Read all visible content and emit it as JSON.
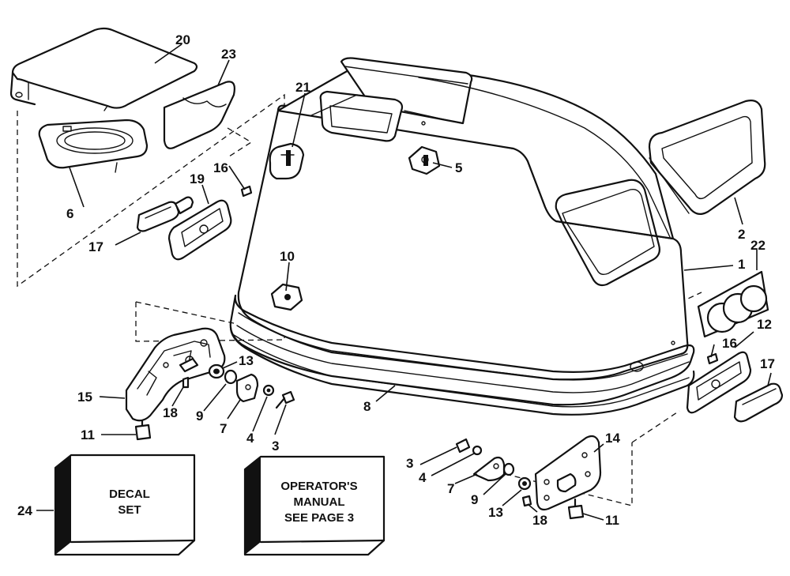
{
  "callouts": {
    "n1": "1",
    "n2": "2",
    "n3a": "3",
    "n3b": "3",
    "n4a": "4",
    "n4b": "4",
    "n5": "5",
    "n6": "6",
    "n7a": "7",
    "n7b": "7",
    "n8": "8",
    "n9a": "9",
    "n9b": "9",
    "n10": "10",
    "n11a": "11",
    "n11b": "11",
    "n12": "12",
    "n13a": "13",
    "n13b": "13",
    "n14": "14",
    "n15": "15",
    "n16a": "16",
    "n16b": "16",
    "n17a": "17",
    "n17b": "17",
    "n18a": "18",
    "n18b": "18",
    "n19": "19",
    "n20": "20",
    "n21": "21",
    "n22": "22",
    "n23": "23",
    "n24": "24"
  },
  "boxes": {
    "decal": {
      "line1": "DECAL",
      "line2": "SET"
    },
    "manual": {
      "line1": "OPERATOR'S",
      "line2": "MANUAL",
      "line3": "SEE PAGE 3"
    }
  }
}
